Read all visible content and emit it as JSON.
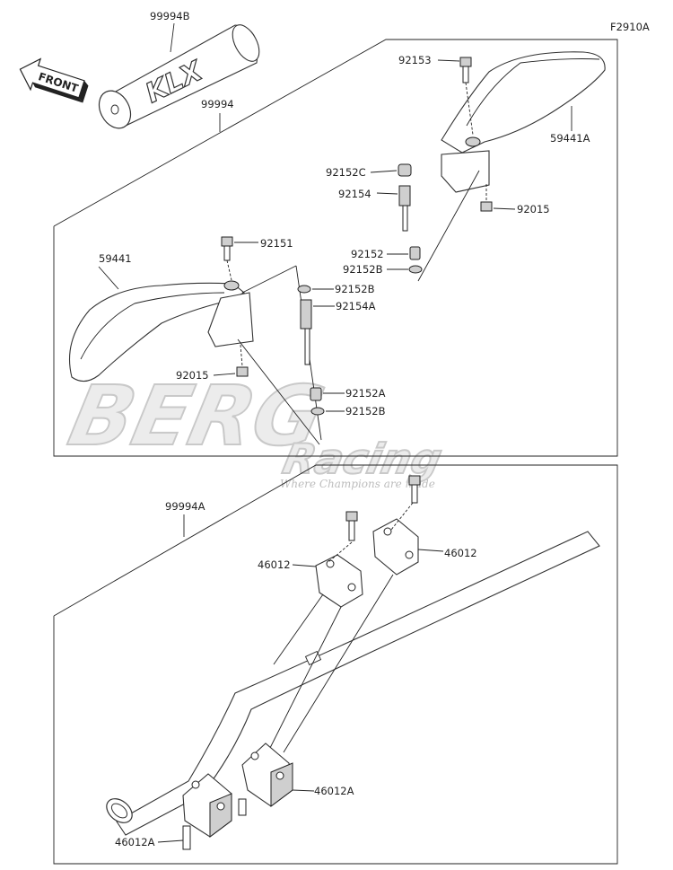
{
  "diagram": {
    "figure_id": "F2910A",
    "labels": {
      "grip_cover": "99994B",
      "handguard_set": "99994",
      "bolt_upper": "92153",
      "guard_right": "59441A",
      "collar_c": "92152C",
      "stud": "92154",
      "nut_right": "92015",
      "bolt_left": "92151",
      "guard_left": "59441",
      "collar_r": "92152",
      "washer_r": "92152B",
      "washer_l": "92152B",
      "stud_long": "92154A",
      "nut_left": "92015",
      "collar_a": "92152A",
      "washer_lower": "92152B",
      "handlebar_kit": "99994A",
      "clamp_left": "46012",
      "clamp_right": "46012",
      "holder_lower_right": "46012A",
      "holder_lower_left": "46012A"
    },
    "front_badge": "FRONT",
    "grip_logo": "KLX",
    "watermark": {
      "brand_top": "BERG",
      "brand_bottom": "Racing",
      "tagline": "Where Champions are made"
    }
  }
}
